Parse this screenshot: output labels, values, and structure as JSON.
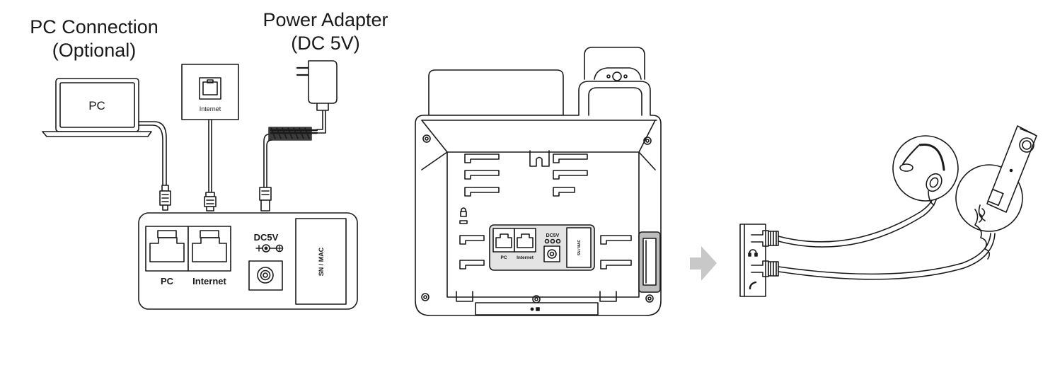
{
  "captions": {
    "pc_connection_line1": "PC Connection",
    "pc_connection_line2": "(Optional)",
    "power_adapter_line1": "Power Adapter",
    "power_adapter_line2": "(DC 5V)"
  },
  "devices": {
    "pc_label": "PC",
    "wall_jack_label": "Internet"
  },
  "port_panel": {
    "pc_port_label": "PC",
    "internet_port_label": "Internet",
    "dc_label": "DC5V",
    "sn_mac_label": "SN / MAC"
  },
  "phone_back": {
    "pc_port_label": "PC",
    "internet_port_label": "Internet",
    "dc_label": "DC5V",
    "sn_mac_label": "SN / MAC"
  },
  "colors": {
    "line": "#1a1a1a",
    "panel_fill": "#e4e4e4",
    "highlight_fill": "#bdbdbd",
    "arrow_fill": "#c8c8c8"
  }
}
